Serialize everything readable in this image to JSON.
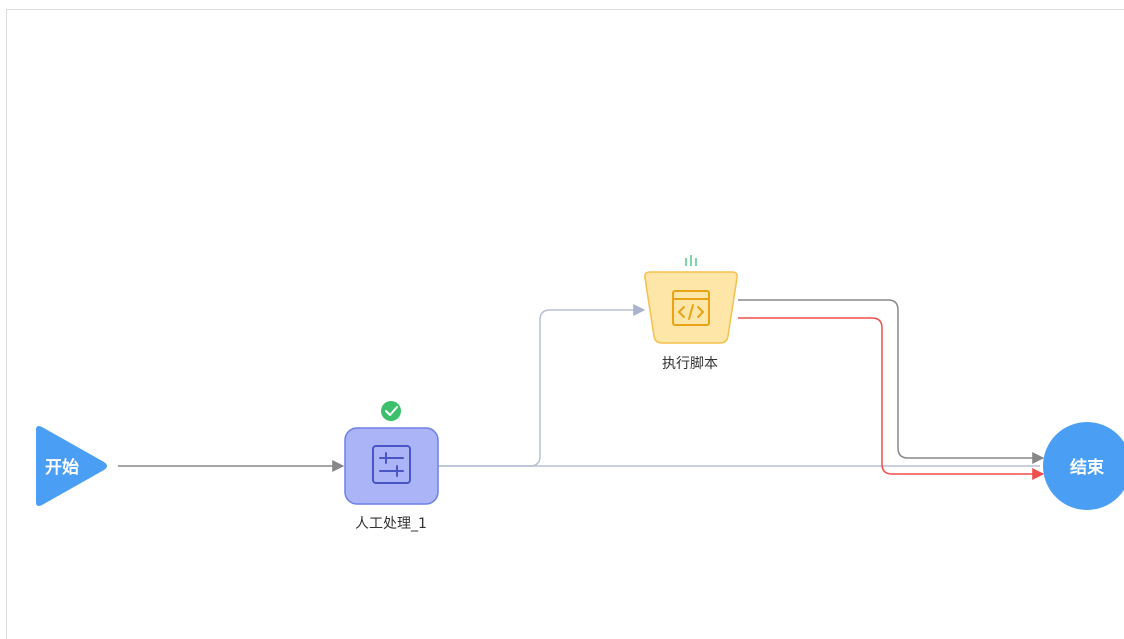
{
  "nodes": {
    "start": {
      "label": "开始",
      "color": "#4a9ff5"
    },
    "manual": {
      "label": "人工处理_1",
      "fill": "#aab4f7",
      "stroke": "#6f7fe6",
      "status": "completed",
      "status_color": "#3cc06c",
      "icon": "sliders-icon"
    },
    "script": {
      "label": "执行脚本",
      "fill": "#fde6a8",
      "stroke": "#f5c14e",
      "status": "running",
      "status_color": "#7fd3a8",
      "icon": "code-icon"
    },
    "end": {
      "label": "结束",
      "color": "#4a9ff5"
    }
  },
  "edges": [
    {
      "from": "start",
      "to": "manual",
      "color": "#888888"
    },
    {
      "from": "manual",
      "to": "script",
      "color": "#b8c0d6"
    },
    {
      "from": "manual",
      "to": "end",
      "color": "#b8c0d6"
    },
    {
      "from": "script",
      "to": "end",
      "color": "#888888"
    },
    {
      "from": "script",
      "to": "end",
      "color": "#f24d4d"
    }
  ]
}
